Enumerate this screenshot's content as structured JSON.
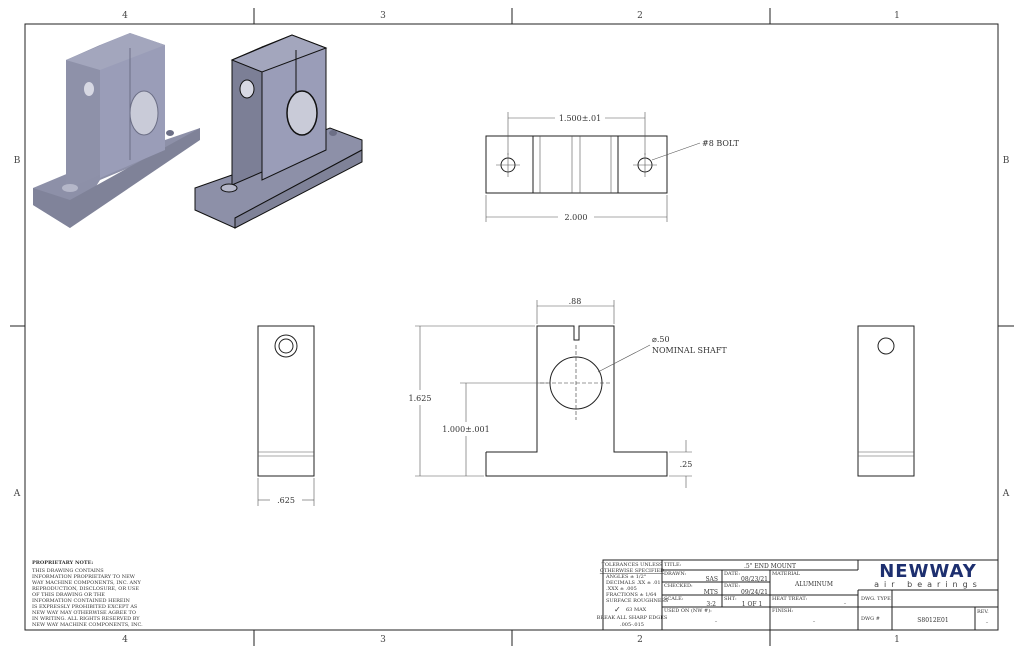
{
  "zones": {
    "columns": [
      "4",
      "3",
      "2",
      "1"
    ],
    "rows": [
      "B",
      "A"
    ]
  },
  "dimensions": {
    "bolt_spacing": "1.500±.01",
    "overall_width": "2.000",
    "bolt_note": "#8  BOLT",
    "upright_width": ".88",
    "shaft_note_1": "⌀.50",
    "shaft_note_2": "NOMINAL SHAFT",
    "overall_height": "1.625",
    "center_height": "1.000±.001",
    "base_thickness": ".25",
    "depth": ".625"
  },
  "proprietary": {
    "heading": "PROPRIETARY NOTE:",
    "lines": [
      "THIS DRAWING CONTAINS",
      "INFORMATION PROPRIETARY TO NEW",
      "WAY MACHINE COMPONENTS, INC. ANY",
      "REPRODUCTION, DISCLOSURE, OR USE",
      "OF THIS DRAWING OR THE",
      "INFORMATION CONTAINED HEREIN",
      "IS EXPRESSLY PROHIBITED EXCEPT AS",
      "NEW WAY MAY OTHERWISE AGREE TO",
      "IN WRITING. ALL RIGHTS RESERVED BY",
      "NEW WAY MACHINE COMPONENTS, INC."
    ]
  },
  "tolerances": [
    "TOLERANCES UNLESS",
    "OTHERWISE SPECIFIED",
    "ANGLES ± 1/2°",
    "DECIMALS .XX ± .01",
    "           .XXX ± .005",
    "FRACTIONS ± 1/64",
    "SURFACE ROUGHNESS",
    "63 MAX",
    "BREAK ALL SHARP EDGES",
    ".005-.015"
  ],
  "title_block": {
    "title_label": "TITLE:",
    "title": ".5\" END MOUNT",
    "drawn_label": "DRAWN:",
    "drawn": "SAS",
    "date_label": "DATE:",
    "drawn_date": "08/23/21",
    "checked_label": "CHECKED:",
    "checked": "MTS",
    "checked_date": "09/24/21",
    "scale_label": "SCALE:",
    "scale": "3:2",
    "sht_label": "SHT:",
    "sheet": "1  OF  1",
    "used_on_label": "USED ON (NW #):",
    "used_on": "–",
    "material_label": "MATERIAL",
    "material": "ALUMINUM",
    "heat_treat_label": "HEAT TREAT:",
    "heat_treat": "–",
    "finish_label": "FINISH:",
    "finish": "–",
    "dwg_type_label": "DWG. TYPE",
    "dwg_type": "",
    "dwg_no_label": "DWG #",
    "dwg_no": "S8012E01",
    "rev_label": "REV.",
    "rev": "–"
  },
  "logo": {
    "name": "NEWWAY",
    "tagline": "air bearings"
  },
  "colors": {
    "part_light": "#9a9db8",
    "part_dark": "#7c7f96",
    "logo": "#1d2f6f"
  }
}
